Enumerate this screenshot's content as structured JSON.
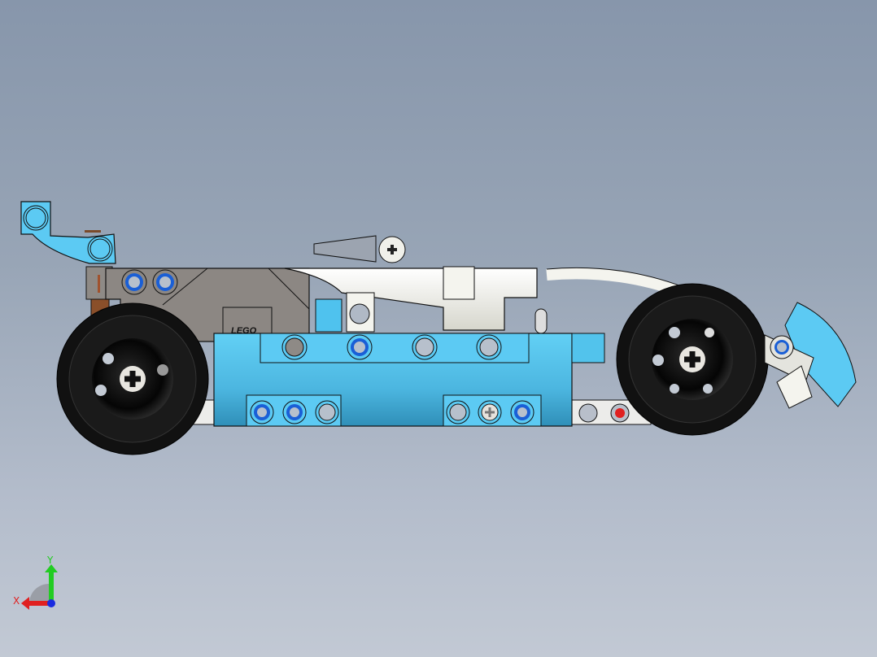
{
  "viewport": {
    "model": "LEGO Technic race car (side view, CAD model)",
    "background_top": "#8796ab",
    "background_bottom": "#c2c9d4",
    "view": "Front / side orthographic"
  },
  "parts": {
    "body_color": "#5bc8f0",
    "frame_color": "#8a8580",
    "tire_color": "#111111",
    "white_parts": "#f2f2ee",
    "pin_blue": "#1a5fd6",
    "pin_red": "#e02020",
    "logo_text": "LEGO"
  },
  "triad": {
    "x_label": "X",
    "y_label": "Y",
    "x_color": "#e02020",
    "y_color": "#22cc22",
    "z_color": "#1a2be0"
  }
}
